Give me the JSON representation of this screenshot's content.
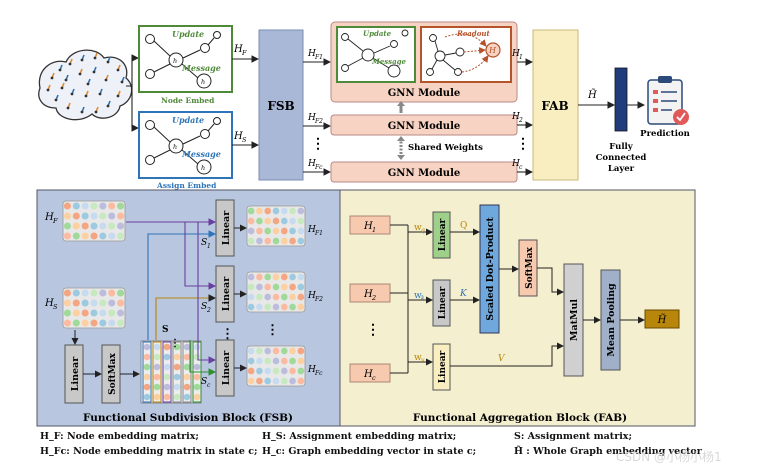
{
  "top": {
    "node_embed": {
      "caption": "Node Embed",
      "update": "Update",
      "message": "Message",
      "node": "h"
    },
    "assign_embed": {
      "caption": "Assign Embed",
      "update": "Update",
      "message": "Message",
      "node": "h"
    },
    "edge_hf": "H",
    "edge_hf_sub": "F",
    "edge_hs": "H",
    "edge_hs_sub": "S",
    "fsb_label": "FSB",
    "hf1": "H",
    "hf1_sub": "F1",
    "hf2": "H",
    "hf2_sub": "F2",
    "hfc": "H",
    "hfc_sub": "Fc",
    "gnn_label": "GNN Module",
    "readout": "Readout",
    "readout_h": "H",
    "shared_weights": "Shared Weights",
    "h1": "H",
    "h1_sub": "1",
    "h2": "H",
    "h2_sub": "2",
    "hc": "H",
    "hc_sub": "c",
    "fab_label": "FAB",
    "htilde": "H̃",
    "fc_label": [
      "Fully",
      "Connected",
      "Layer"
    ],
    "prediction": "Prediction",
    "dots": "⋮"
  },
  "fsb_panel": {
    "title": "Functional Subdivision Block (FSB)",
    "hf": "H",
    "hf_sub": "F",
    "hs": "H",
    "hs_sub": "S",
    "linear": "Linear",
    "softmax": "SoftMax",
    "s_label": "S",
    "s1": "S",
    "s1_sub": "1",
    "s2": "S",
    "s2_sub": "2",
    "sc": "S",
    "sc_sub": "c",
    "out1": "H",
    "out1_sub": "F1",
    "out2": "H",
    "out2_sub": "F2",
    "outc": "H",
    "outc_sub": "Fc",
    "dots": "⋮"
  },
  "fab_panel": {
    "title": "Functional Aggregation Block (FAB)",
    "h1": "H",
    "h1_sub": "1",
    "h2": "H",
    "h2_sub": "2",
    "hc": "H",
    "hc_sub": "c",
    "wq": "w",
    "wq_sub": "q",
    "wk": "w",
    "wk_sub": "k",
    "wv": "w",
    "wv_sub": "v",
    "q": "Q",
    "k": "K",
    "v": "V",
    "linear": "Linear",
    "sdp": "Scaled Dot-Product",
    "softmax": "SoftMax",
    "matmul": "MatMul",
    "meanpool": "Mean Pooling",
    "out": "H̃",
    "dots": "⋮"
  },
  "legend": {
    "l1": "H_F: Node embedding matrix;",
    "l2": "H_Fc: Node embedding matrix in state c;",
    "l3": "H_S: Assignment embedding matrix;",
    "l4": "H_c: Graph embedding vector in state c;",
    "l5": "S: Assignment matrix;",
    "l6": "H̃ : Whole Graph embedding vector"
  },
  "watermark": "CSDN @小杨小杨1",
  "colors": {
    "fsb_panel": "#b8c6e0",
    "fab_panel": "#f4efcf",
    "fsb_block": "#aab8d8",
    "fab_block": "#f8eec0",
    "gnn_pink": "#f6d3c2",
    "gnn_green_border": "#4f8a3a",
    "gnn_orange_border": "#b5532b",
    "assign_blue": "#2e74b8",
    "linear_gray": "#c8c8c8",
    "qkv_green": "#9fd08a",
    "sdp_blue": "#6fa8dc",
    "h_box": "#f7c9ae",
    "out_gold": "#b8860b"
  }
}
